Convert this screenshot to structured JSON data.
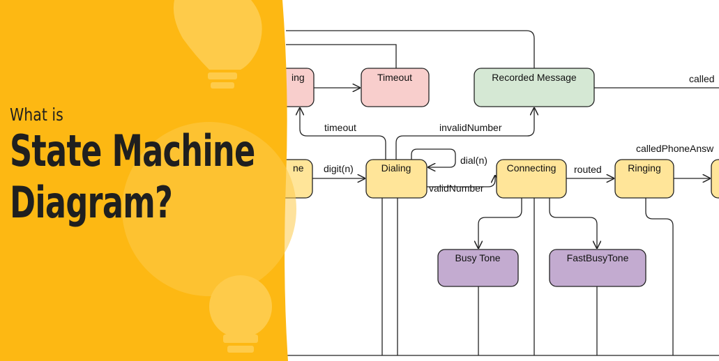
{
  "heading": {
    "line1": "What is",
    "line2": "State Machine",
    "line3": "Diagram?"
  },
  "states": {
    "waiting": "ing",
    "timeout": "Timeout",
    "recorded_message": "Recorded Message",
    "dialtone": "ne",
    "dialing": "Dialing",
    "connecting": "Connecting",
    "ringing": "Ringing",
    "busy_tone": "Busy Tone",
    "fast_busy_tone": "FastBusyTone"
  },
  "transitions": {
    "timeout": "timeout",
    "invalid_number": "invalidNumber",
    "digit": "digit(n)",
    "dial": "dial(n)",
    "valid_number": "validNumber",
    "routed": "routed",
    "called_phone_answers": "calledPhoneAnsw",
    "called": "called"
  },
  "colors": {
    "banner": "#FDB813",
    "pink": "#F8CECC",
    "green": "#D5E8D4",
    "yellow": "#FFE599",
    "purple": "#C3ABD0"
  }
}
